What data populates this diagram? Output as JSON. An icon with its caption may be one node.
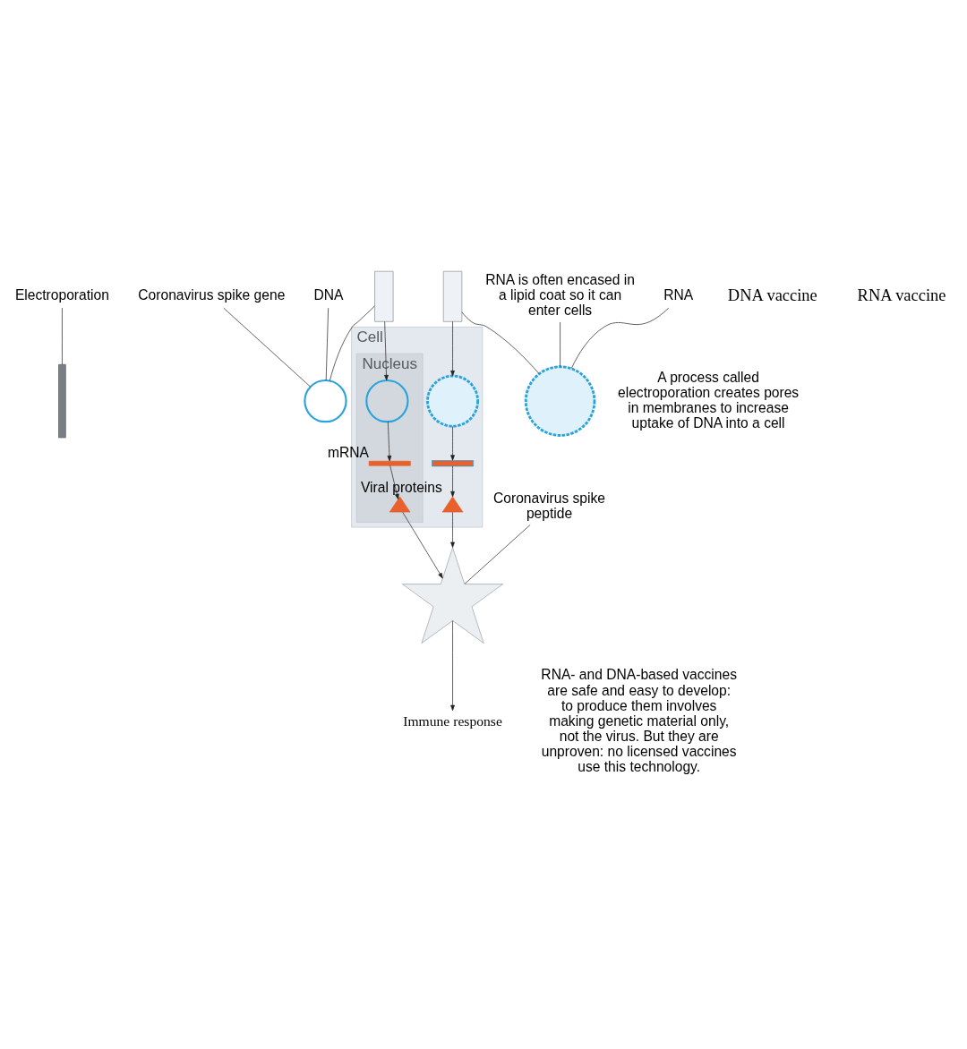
{
  "diagram": {
    "nodes": [
      {
        "text": [
          "Electroporation"
        ]
      },
      {
        "text": [],
        "shape": "bar"
      },
      {
        "text": [],
        "shape": "box"
      },
      {
        "text": [
          "Coronavirus spike gene"
        ]
      },
      {
        "text": [],
        "shape": "circle"
      },
      {
        "text": [
          "DNA"
        ]
      },
      {
        "text": [],
        "shape": "box"
      },
      {
        "text": [],
        "shape": "circle"
      },
      {
        "text": [
          "RNA is often encased in a lipid coat so it can enter cells"
        ]
      },
      {
        "text": [
          "RNA"
        ]
      },
      {
        "text": [
          "Cell"
        ]
      },
      {
        "text": [
          "Nucleus"
        ],
        "in": 10
      },
      {
        "text": [],
        "shape": "circle",
        "in": 10
      },
      {
        "text": [],
        "shape": "bar",
        "in": 10
      },
      {
        "text": [],
        "shape": "triangle",
        "in": 10,
        "beside": [
          "Viral proteins"
        ]
      },
      {
        "text": [],
        "shape": "circle",
        "in": 11
      },
      {
        "text": [],
        "shape": "bar",
        "in": 11,
        "beside": [
          "mRNA"
        ]
      },
      {
        "text": [],
        "shape": "triangle",
        "in": 11
      },
      {
        "text": [],
        "shape": "star"
      },
      {
        "text": [
          "Coronavirus spike peptide"
        ]
      },
      {
        "text": [
          "Immune response"
        ]
      }
    ],
    "edges": [
      {
        "from": 0,
        "to": 1,
        "arrow": "none"
      },
      {
        "from": 2,
        "to": 4,
        "arrow": "none"
      },
      {
        "from": 3,
        "to": 4,
        "arrow": "none"
      },
      {
        "from": 5,
        "to": 4,
        "arrow": "none"
      },
      {
        "from": 6,
        "to": 7,
        "arrow": "none"
      },
      {
        "from": 8,
        "to": 7,
        "arrow": "none"
      },
      {
        "from": 9,
        "to": 7,
        "arrow": "none"
      },
      {
        "from": 2,
        "to": 15,
        "arrow": "to"
      },
      {
        "from": 6,
        "to": 12,
        "arrow": "to"
      },
      {
        "from": 12,
        "to": 13,
        "arrow": "to"
      },
      {
        "from": 13,
        "to": 14,
        "arrow": "to"
      },
      {
        "from": 14,
        "to": 18,
        "arrow": "to"
      },
      {
        "from": 15,
        "to": 16,
        "arrow": "to"
      },
      {
        "from": 16,
        "to": 17,
        "arrow": "to"
      },
      {
        "from": 17,
        "to": 18,
        "arrow": "to"
      },
      {
        "from": 18,
        "to": 20,
        "arrow": "to"
      },
      {
        "from": 19,
        "to": 18,
        "arrow": "none"
      }
    ],
    "labels": [
      "DNA vaccine",
      "RNA vaccine",
      "A process called electroporation creates pores in membranes to increase uptake of DNA into a cell",
      "RNA- and DNA-based vaccines are safe and easy to develop: to produce them involves making genetic material only, not the virus. But they are unproven: no licensed vaccines use this technology."
    ]
  }
}
